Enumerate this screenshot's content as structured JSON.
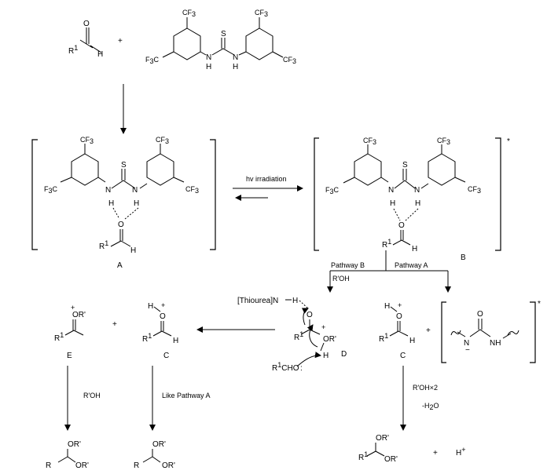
{
  "diagram": {
    "atoms": {
      "carbonyl_O": "O",
      "carbonyl_H": "H",
      "R1": "R",
      "sup1": "1",
      "S": "S",
      "NH_H": "H",
      "N": "N",
      "NH": "NH",
      "CF3": "CF",
      "sub3": "3",
      "F3C_F": "F",
      "F3C_C": "C",
      "Rp": "R'",
      "OR_prime": "OR'",
      "plus_charge": "+",
      "minus_charge": "−",
      "R": "R"
    },
    "operators": {
      "plus": "+",
      "proton": "H",
      "proton_charge": "+"
    },
    "labels": {
      "A": "A",
      "B": "B",
      "C": "C",
      "D": "D",
      "E": "E",
      "star": "*"
    },
    "reagents": {
      "hv": "hv irradiation",
      "pathway_b": "Pathway B",
      "pathway_a": "Pathway A",
      "roh": "R'OH",
      "roh_x2": "R'OH×2",
      "minus_h2o_pre": "-H",
      "minus_h2o_sub": "2",
      "minus_h2o_post": "O",
      "like_pathway_a": "Like Pathway A",
      "thiourea": "[Thiourea]N",
      "thiourea_h": "H",
      "r1cho_pre": "R",
      "r1cho_sup": "1",
      "r1cho_post": "CHO",
      "lone_pair": ":"
    }
  }
}
